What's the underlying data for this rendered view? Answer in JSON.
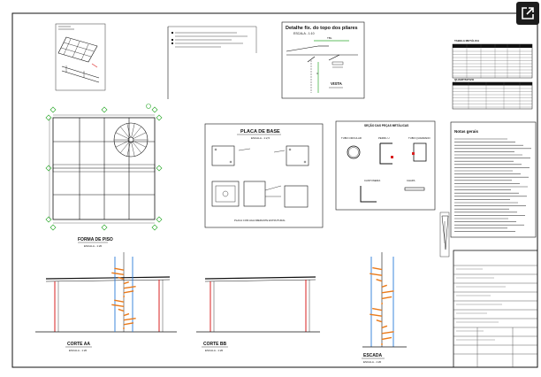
{
  "drawing": {
    "forma_title": "FORMA  DE  PISO",
    "forma_scale": "ESCALA - 1:20",
    "placa_title": "PLACA DE BASE",
    "placa_scale": "ESCALA - 1:2,5",
    "detalhe_title": "Detalhe fix. do topo dos pilares",
    "detalhe_scale": "ESCALA - 1:10",
    "vista_label": "VISTA",
    "notas_title": "Notas gerais",
    "corte_aa_title": "CORTE AA",
    "corte_aa_scale": "ESCALA - 1:20",
    "corte_bb_title": "CORTE BB",
    "corte_bb_scale": "ESCALA - 1:20",
    "escada_title": "ESCADA",
    "escada_scale": "ESCALA - 1:20",
    "placa_caption": "PLACA COM AGLOMERANTE ESTRUTURAL",
    "secoes_title": "SEÇÃO DAS PEÇAS METÁLICAS",
    "tubo_circular": "TUBO CIRCULAR",
    "perfil_u": "PERFIL U",
    "tubo_quadrado": "TUBO QUADRADO",
    "cantoneira": "CANTONEIRA",
    "chapa": "CHAPA",
    "table1_title": "TABELA METÁLICA",
    "table2_title": "QUANTITATIVO"
  },
  "colors": {
    "line": "#111111",
    "accent_green": "#2eaa2e",
    "accent_red": "#d92020",
    "accent_blue": "#2a7bd8",
    "accent_orange": "#ea7a1a",
    "button_bg": "#1c1c1c"
  },
  "ui": {
    "expand_icon": "open-in-new-icon"
  }
}
